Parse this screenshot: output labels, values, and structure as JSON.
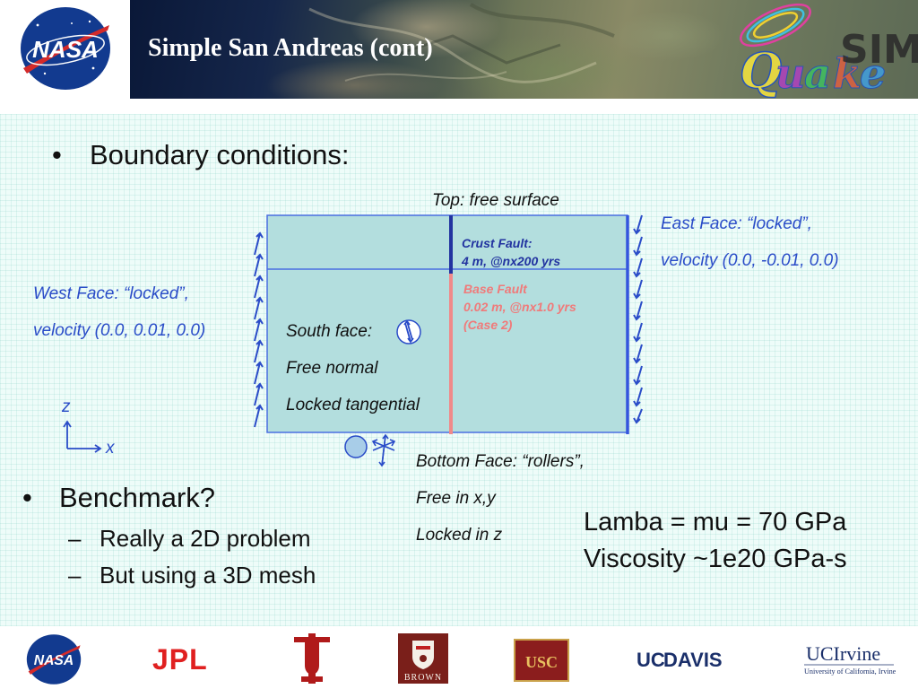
{
  "header": {
    "title": "Simple San Andreas  (cont)",
    "nasa_logo_text": "NASA",
    "quakesim_logo_text": "QuakeSim"
  },
  "bullets": {
    "boundary": "Boundary conditions:",
    "benchmark": "Benchmark?",
    "sub": [
      "Really a 2D problem",
      "But using a 3D mesh"
    ],
    "marker": "•",
    "dash": "–"
  },
  "diagram": {
    "top_label": "Top: free surface",
    "east_face": [
      "East Face: “locked”,",
      "velocity (0.0, -0.01, 0.0)"
    ],
    "west_face": [
      "West Face: “locked”,",
      "velocity (0.0, 0.01, 0.0)"
    ],
    "crust_fault": [
      "Crust Fault:",
      "4 m, @nx200 yrs"
    ],
    "base_fault": [
      "Base Fault",
      "0.02 m, @nx1.0 yrs",
      "(Case 2)"
    ],
    "south_face": [
      "South face:",
      "Free normal",
      "Locked tangential"
    ],
    "bottom_face": [
      "Bottom Face: “rollers”,",
      "Free in x,y",
      "Locked in z"
    ],
    "axis_z": "z",
    "axis_x": "x",
    "colors": {
      "mesh_fill": "#b3dede",
      "mesh_line": "#4a6fe0",
      "fault_dark": "#2233a0",
      "fault_pink": "#f08a8a"
    }
  },
  "params": [
    "Lamba = mu = 70 GPa",
    "Viscosity ~1e20 GPa-s"
  ],
  "footer": {
    "logos": {
      "nasa": "NASA",
      "jpl": "JPL",
      "iu": "IU",
      "brown": "BROWN",
      "usc": "USC",
      "ucdavis_uc": "UC",
      "ucdavis_davis": "DAVIS",
      "ucirvine": "UCIrvine",
      "ucirvine_sub": "University of California, Irvine"
    }
  }
}
